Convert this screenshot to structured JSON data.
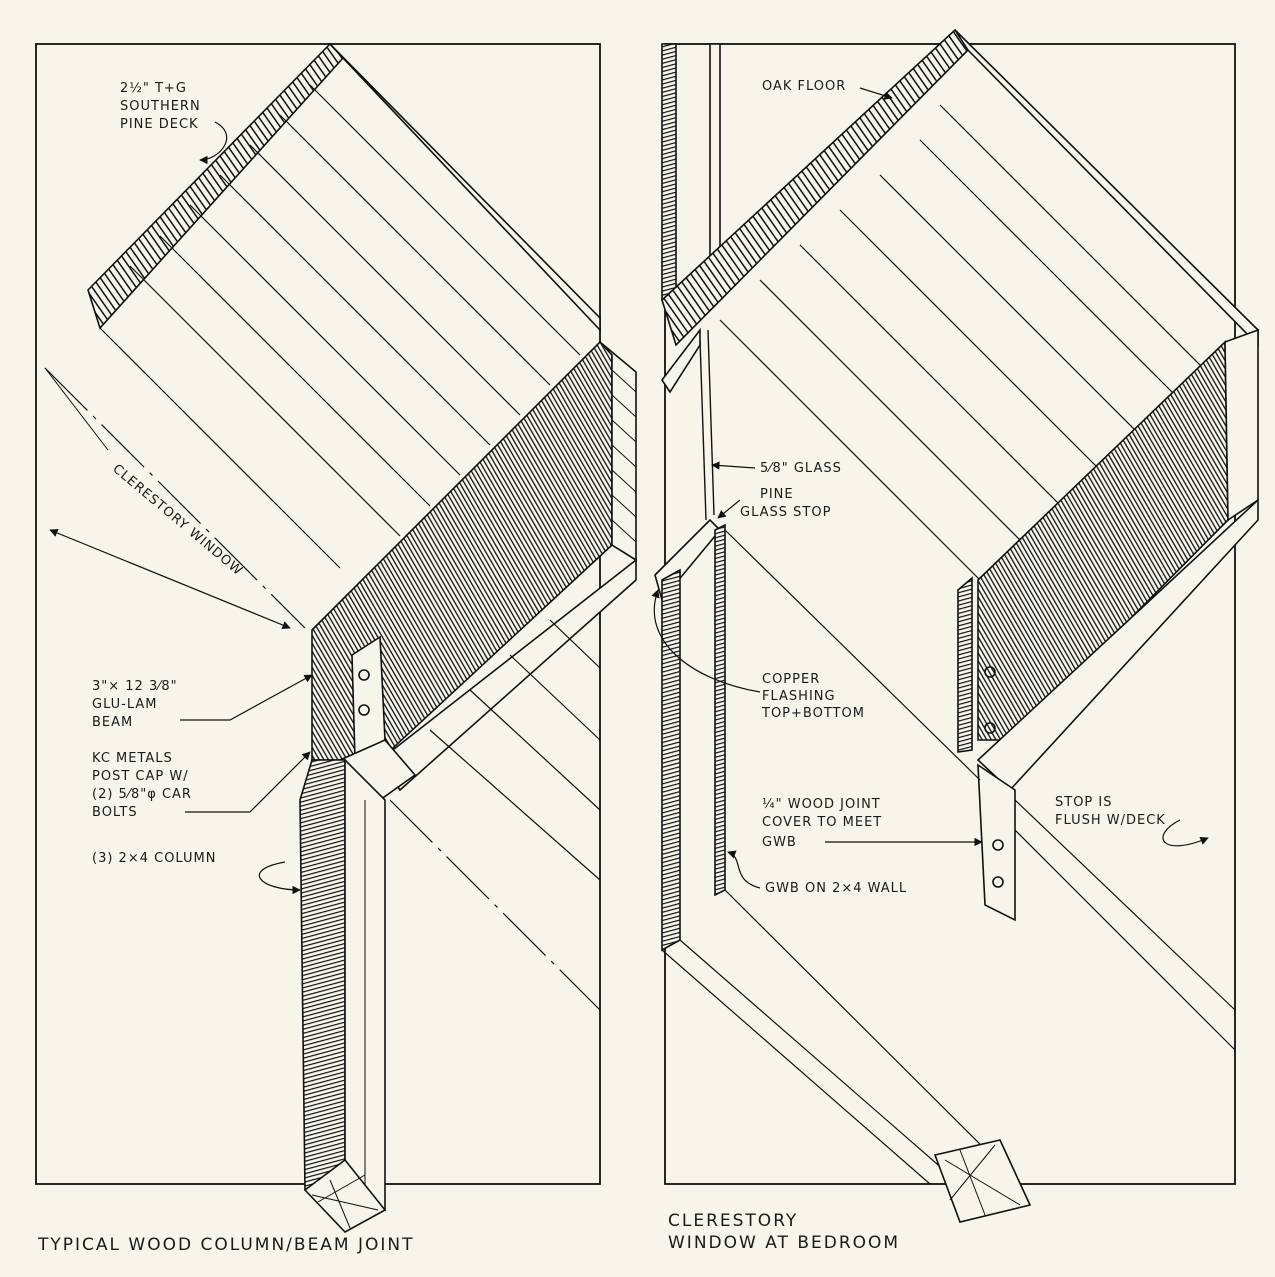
{
  "left_panel": {
    "caption": "TYPICAL WOOD COLUMN/BEAM JOINT",
    "dimension_label": "CLERESTORY WINDOW",
    "labels": {
      "deck": [
        "2½\" T+G",
        "SOUTHERN",
        "PINE DECK"
      ],
      "beam": [
        "3\"× 12 3⁄8\"",
        "GLU-LAM",
        "BEAM"
      ],
      "post_cap": [
        "KC METALS",
        "POST CAP W/",
        "(2) 5⁄8\"φ CAR",
        "BOLTS"
      ],
      "column": [
        "(3) 2×4 COLUMN"
      ]
    }
  },
  "right_panel": {
    "caption": [
      "CLERESTORY",
      "WINDOW AT BEDROOM"
    ],
    "labels": {
      "oak_floor": [
        "OAK FLOOR"
      ],
      "glass": [
        "5⁄8\" GLASS"
      ],
      "glass_stop": [
        "PINE",
        "GLASS STOP"
      ],
      "flashing": [
        "COPPER",
        "FLASHING",
        "TOP+BOTTOM"
      ],
      "joint_cover": [
        "¼\" WOOD JOINT",
        "COVER TO MEET",
        "GWB"
      ],
      "stop_flush": [
        "STOP IS",
        "FLUSH W/DECK"
      ],
      "gwb_wall": [
        "GWB ON 2×4 WALL"
      ]
    }
  }
}
